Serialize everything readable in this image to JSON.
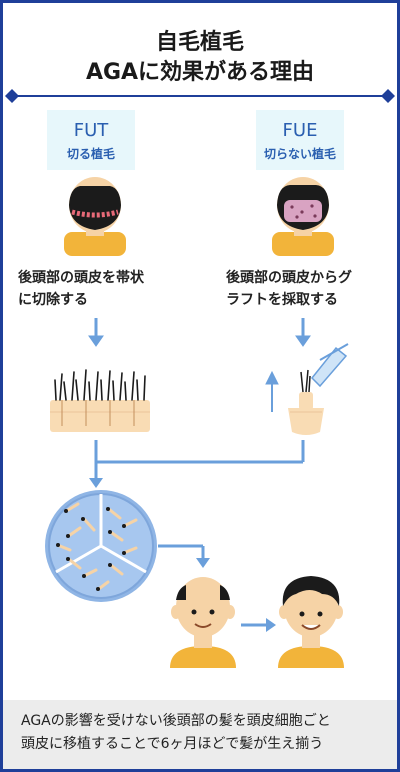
{
  "title": {
    "line1": "自毛植毛",
    "line2": "AGAに効果がある理由"
  },
  "fut": {
    "name": "FUT",
    "subtitle": "切る植毛",
    "description_line1": "後頭部の頭皮を帯状",
    "description_line2": "に切除する"
  },
  "fue": {
    "name": "FUE",
    "subtitle": "切らない植毛",
    "description_line1": "後頭部の頭皮からグ",
    "description_line2": "ラフトを採取する"
  },
  "footer": {
    "line1": "AGAの影響を受けない後頭部の髪を頭皮細胞ごと",
    "line2": "頭皮に移植することで6ヶ月ほどで髪が生え揃う"
  },
  "colors": {
    "frame": "#1f3f99",
    "accent_blue": "#2a5fb0",
    "arrow": "#6a9fdb",
    "label_bg": "#e7f7fb",
    "footer_bg": "#ececec",
    "skin": "#f6d3a6",
    "shirt": "#f2b43a"
  }
}
